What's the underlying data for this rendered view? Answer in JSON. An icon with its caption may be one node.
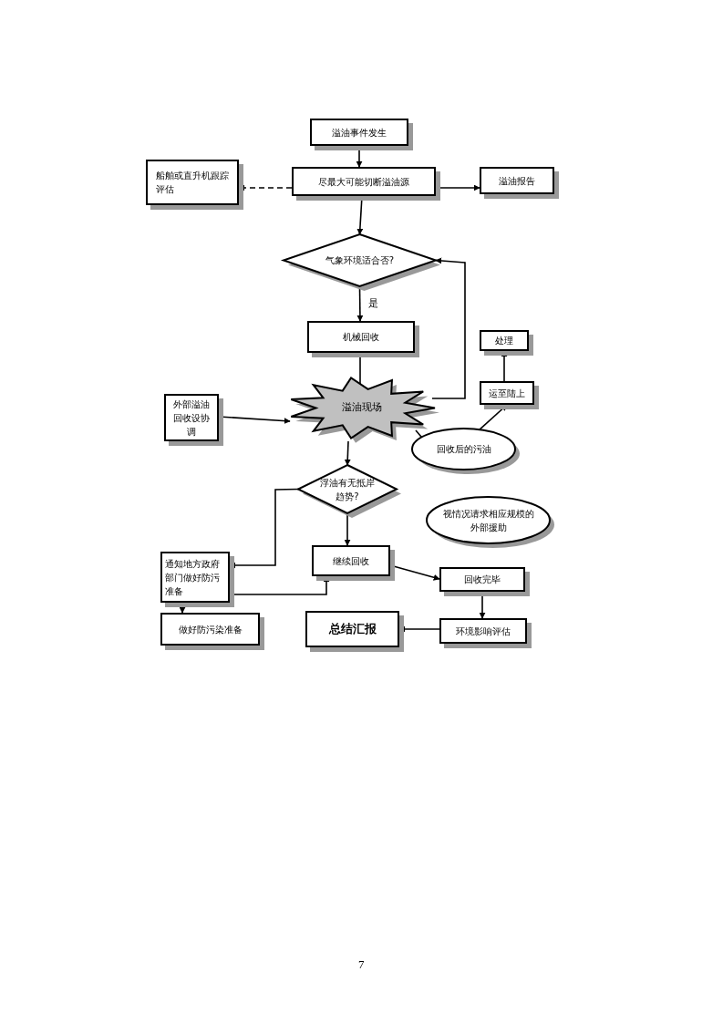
{
  "diagram": {
    "nodes": [
      {
        "text": [
          "溢油事件发生"
        ]
      },
      {
        "text": [
          "尽最大可能切断溢油源"
        ]
      },
      {
        "text": [
          "溢油报告"
        ]
      },
      {
        "text": [
          "船舶或直升机跟踪评估"
        ]
      },
      {
        "text": [
          "气象环境适合否?"
        ]
      },
      {
        "text": [
          "机械回收"
        ]
      },
      {
        "text": [
          "处理"
        ]
      },
      {
        "text": [
          "运至陆上"
        ]
      },
      {
        "text": [
          "外部溢油回收设协调"
        ]
      },
      {
        "text": [
          "溢油现场"
        ]
      },
      {
        "text": [
          "回收后的污油"
        ]
      },
      {
        "text": [
          "浮油有无抵岸趋势?"
        ]
      },
      {
        "text": [
          "视情况请求相应规模的外部援助"
        ]
      },
      {
        "text": [
          "通知地方政府部门做好防污准备"
        ]
      },
      {
        "text": [
          "继续回收"
        ]
      },
      {
        "text": [
          "回收完毕"
        ]
      },
      {
        "text": [
          "做好防污染准备"
        ]
      },
      {
        "text": [
          "总结汇报"
        ]
      },
      {
        "text": [
          "环境影响评估"
        ]
      }
    ],
    "edges": [
      {
        "from": 0,
        "to": 1,
        "arrow": "to"
      },
      {
        "from": 1,
        "to": 3,
        "arrow": "to",
        "style": "dashed"
      },
      {
        "from": 1,
        "to": 2,
        "arrow": "to"
      },
      {
        "from": 1,
        "to": 4,
        "arrow": "to"
      },
      {
        "from": 4,
        "to": 5,
        "arrow": "to",
        "label": "是"
      },
      {
        "from": 5,
        "to": 9,
        "arrow": "to"
      },
      {
        "from": 9,
        "to": 4,
        "arrow": "to"
      },
      {
        "from": 8,
        "to": 9,
        "arrow": "to"
      },
      {
        "from": 9,
        "to": 10,
        "arrow": "none"
      },
      {
        "from": 10,
        "to": 7,
        "arrow": "to"
      },
      {
        "from": 7,
        "to": 6,
        "arrow": "to"
      },
      {
        "from": 9,
        "to": 11,
        "arrow": "to"
      },
      {
        "from": 11,
        "to": 13,
        "arrow": "to"
      },
      {
        "from": 13,
        "to": 14,
        "arrow": "to"
      },
      {
        "from": 11,
        "to": 14,
        "arrow": "to"
      },
      {
        "from": 13,
        "to": 16,
        "arrow": "to"
      },
      {
        "from": 14,
        "to": 15,
        "arrow": "to"
      },
      {
        "from": 15,
        "to": 18,
        "arrow": "to"
      },
      {
        "from": 18,
        "to": 17,
        "arrow": "to"
      }
    ],
    "labels": [
      "7"
    ]
  }
}
